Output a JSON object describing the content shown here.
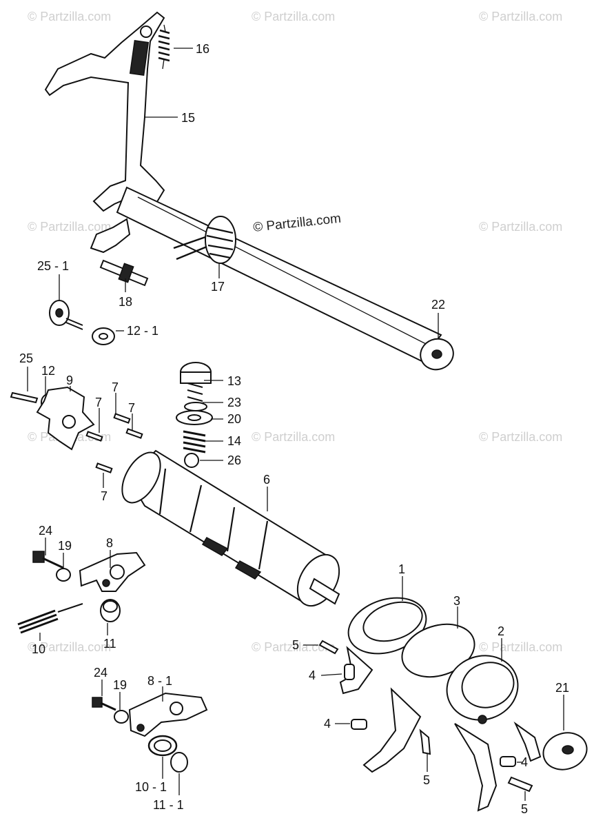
{
  "watermarks": {
    "main": "© Partzilla.com",
    "faint": "© Partzilla.com"
  },
  "callouts": [
    {
      "id": "16",
      "text": "16"
    },
    {
      "id": "15",
      "text": "15"
    },
    {
      "id": "17",
      "text": "17"
    },
    {
      "id": "22",
      "text": "22"
    },
    {
      "id": "25-1",
      "text": "25 - 1"
    },
    {
      "id": "18",
      "text": "18"
    },
    {
      "id": "12-1",
      "text": "12 - 1"
    },
    {
      "id": "25",
      "text": "25"
    },
    {
      "id": "12",
      "text": "12"
    },
    {
      "id": "9",
      "text": "9"
    },
    {
      "id": "7a",
      "text": "7"
    },
    {
      "id": "7b",
      "text": "7"
    },
    {
      "id": "7c",
      "text": "7"
    },
    {
      "id": "7d",
      "text": "7"
    },
    {
      "id": "13",
      "text": "13"
    },
    {
      "id": "23",
      "text": "23"
    },
    {
      "id": "20",
      "text": "20"
    },
    {
      "id": "14",
      "text": "14"
    },
    {
      "id": "26",
      "text": "26"
    },
    {
      "id": "6",
      "text": "6"
    },
    {
      "id": "24a",
      "text": "24"
    },
    {
      "id": "19a",
      "text": "19"
    },
    {
      "id": "8",
      "text": "8"
    },
    {
      "id": "10",
      "text": "10"
    },
    {
      "id": "11",
      "text": "11"
    },
    {
      "id": "1",
      "text": "1"
    },
    {
      "id": "3",
      "text": "3"
    },
    {
      "id": "2",
      "text": "2"
    },
    {
      "id": "5a",
      "text": "5"
    },
    {
      "id": "4a",
      "text": "4"
    },
    {
      "id": "4b",
      "text": "4"
    },
    {
      "id": "21",
      "text": "21"
    },
    {
      "id": "4c",
      "text": "4"
    },
    {
      "id": "5b",
      "text": "5"
    },
    {
      "id": "5c",
      "text": "5"
    },
    {
      "id": "24b",
      "text": "24"
    },
    {
      "id": "19b",
      "text": "19"
    },
    {
      "id": "8-1",
      "text": "8 - 1"
    },
    {
      "id": "10-1",
      "text": "10 - 1"
    },
    {
      "id": "11-1",
      "text": "11 - 1"
    }
  ]
}
